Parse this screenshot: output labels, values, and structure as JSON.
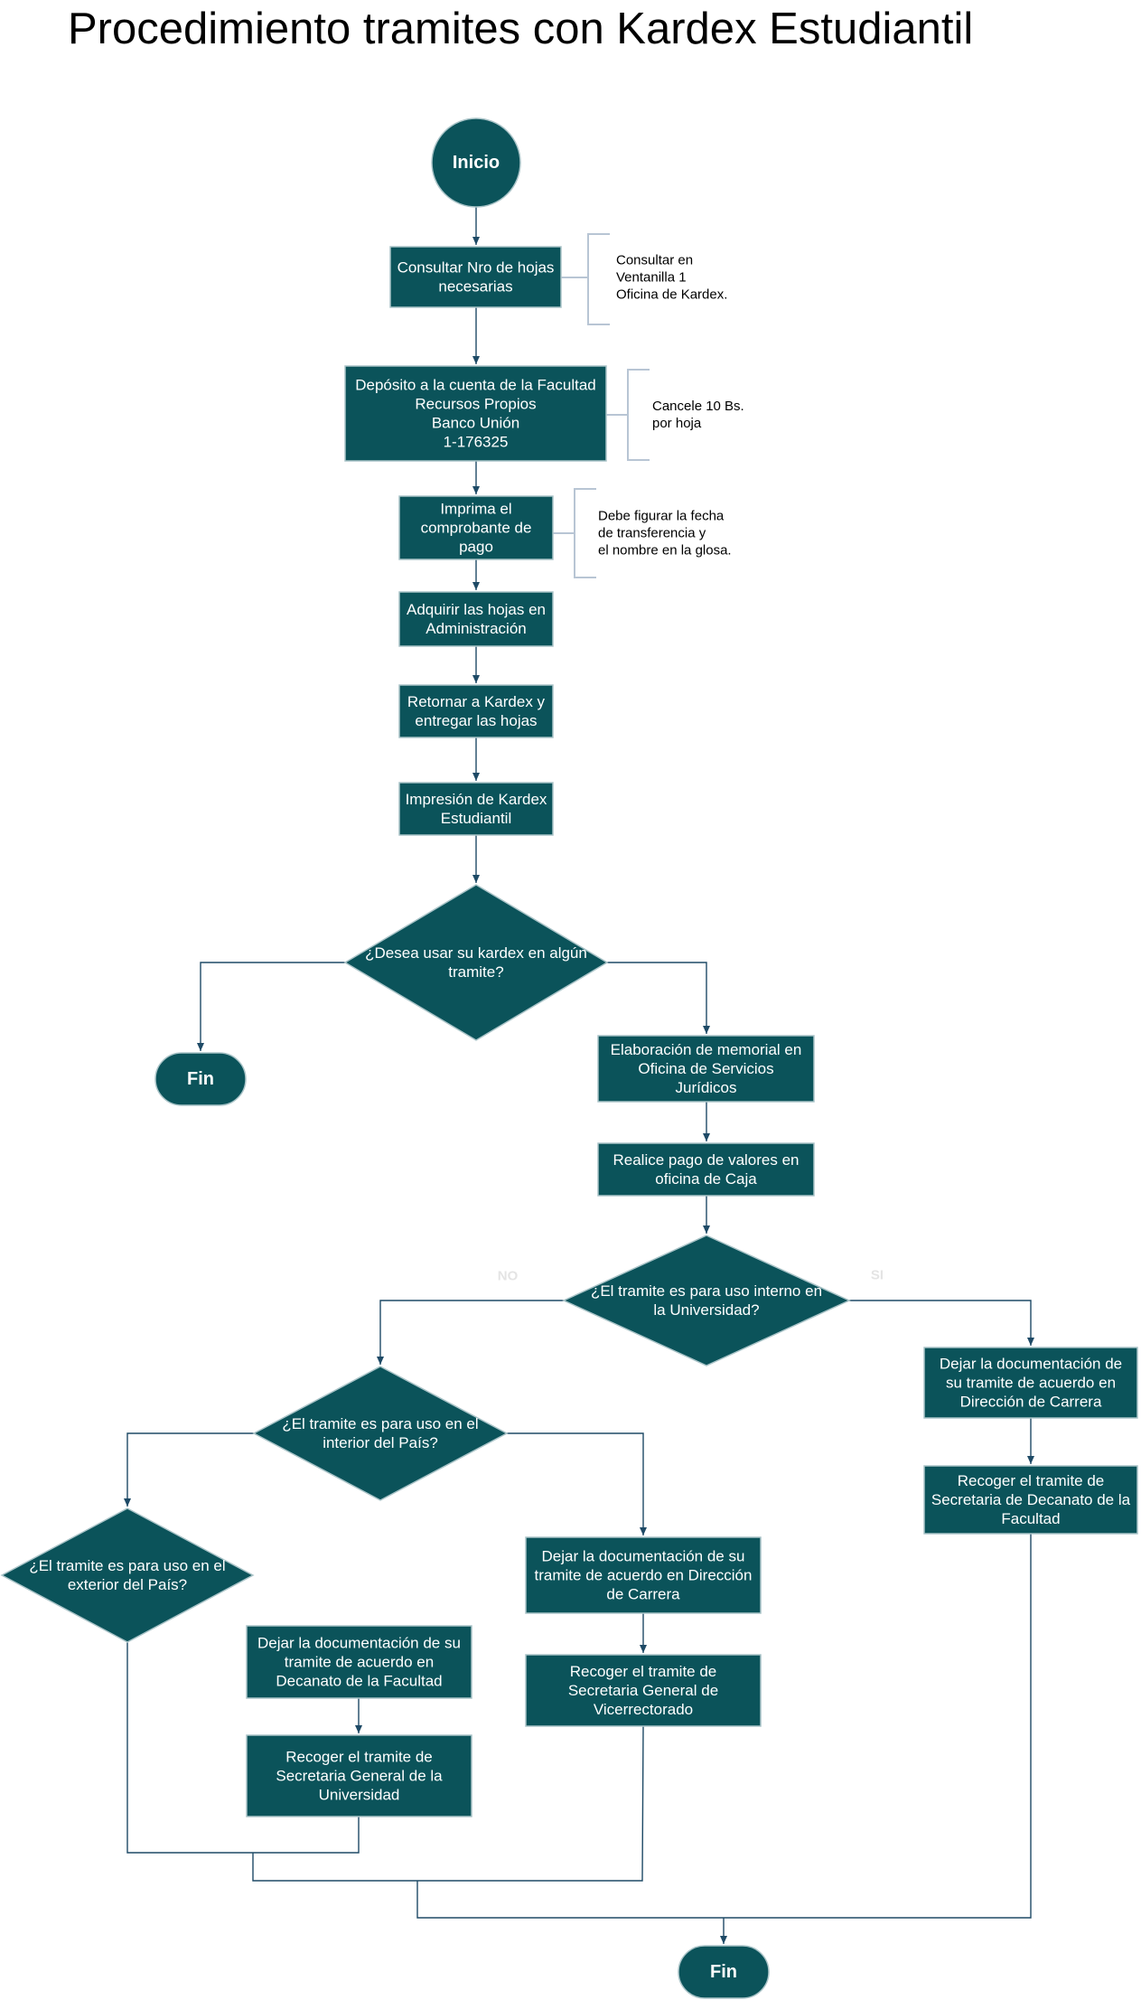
{
  "title": "Procedimiento tramites con Kardex Estudiantil",
  "colors": {
    "node_fill": "#0b535a",
    "node_stroke": "#aac4c8",
    "edge": "#1e4a66",
    "bracket": "#b8c5d4",
    "branch_label": "#e4e4e4"
  },
  "nodes": {
    "inicio": "Inicio",
    "consultar": [
      "Consultar Nro de hojas",
      "necesarias"
    ],
    "deposito": [
      "Depósito a la cuenta de la Facultad",
      "Recursos Propios",
      "Banco Unión",
      "1-176325"
    ],
    "imprima": [
      "Imprima el",
      "comprobante de",
      "pago"
    ],
    "adquirir": [
      "Adquirir las hojas en",
      "Administración"
    ],
    "retornar": [
      "Retornar a Kardex y",
      "entregar las hojas"
    ],
    "impresion": [
      "Impresión de Kardex",
      "Estudiantil"
    ],
    "q_desea": [
      "¿Desea usar su kardex en algún",
      "tramite?"
    ],
    "fin_1": "Fin",
    "elaboracion": [
      "Elaboración de memorial en",
      "Oficina de Servicios",
      "Jurídicos"
    ],
    "pago_caja": [
      "Realice pago de valores en",
      "oficina de Caja"
    ],
    "q_interno": [
      "¿El tramite es para uso interno en",
      "la Universidad?"
    ],
    "dejar_carrera_si": [
      "Dejar la documentación de",
      "su tramite de acuerdo en",
      "Dirección de Carrera"
    ],
    "recoger_decanato": [
      "Recoger el tramite de",
      "Secretaria de Decanato de la",
      "Facultad"
    ],
    "q_interior": [
      "¿El tramite es para uso en el",
      "interior del País?"
    ],
    "dejar_carrera_int": [
      "Dejar la documentación de su",
      "tramite de acuerdo en Dirección",
      "de Carrera"
    ],
    "recoger_vicerrectorado": [
      "Recoger el tramite de",
      "Secretaria General de",
      "Vicerrectorado"
    ],
    "q_exterior": [
      "¿El tramite es para uso en el",
      "exterior del País?"
    ],
    "dejar_decanato": [
      "Dejar la documentación de su",
      "tramite de acuerdo en",
      "Decanato de la Facultad"
    ],
    "recoger_universidad": [
      "Recoger el tramite de",
      "Secretaria General de la",
      "Universidad"
    ],
    "fin_2": "Fin"
  },
  "notes": {
    "consultar": [
      "Consultar en",
      "Ventanilla 1",
      "Oficina de Kardex."
    ],
    "deposito": [
      "Cancele 10 Bs.",
      "por hoja"
    ],
    "imprima": [
      "Debe figurar la fecha",
      "de transferencia y",
      "el nombre en la glosa."
    ]
  },
  "branch_labels": {
    "no": "NO",
    "si": "SI"
  }
}
